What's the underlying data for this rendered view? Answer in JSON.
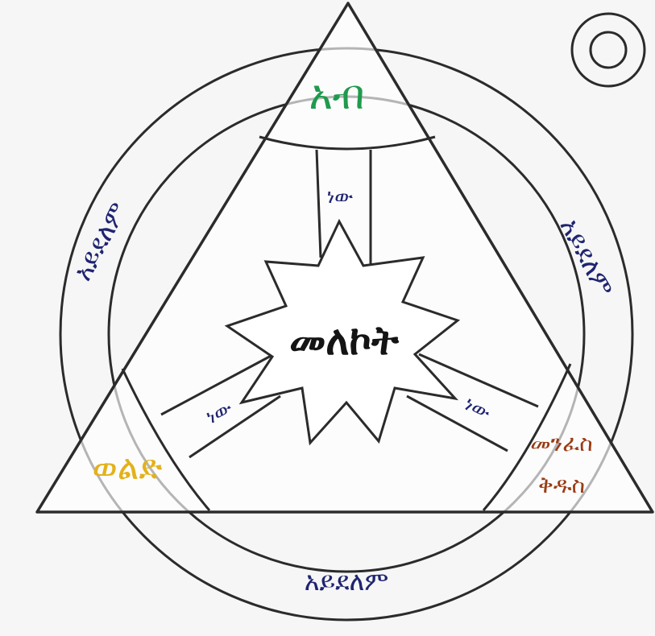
{
  "diagram": {
    "center_label": "መለኮት",
    "vertex_top": "አብ",
    "vertex_left": "ወልድ",
    "vertex_right_line1": "መንፈስ",
    "vertex_right_line2": "ቅዱስ",
    "connector_top": "ነው",
    "connector_left": "ነው",
    "connector_right": "ነው",
    "side_left": "አይደለም",
    "side_right": "አይደለም",
    "side_bottom": "አይደለም"
  },
  "colors": {
    "vertex_top": "#1f9a4e",
    "vertex_left": "#e2b21c",
    "vertex_right": "#9a3c14",
    "connector": "#1f2470",
    "side": "#1f2470",
    "center": "#141414",
    "stroke": "#2b2b2b"
  },
  "corner_icon": "double-circle-icon"
}
